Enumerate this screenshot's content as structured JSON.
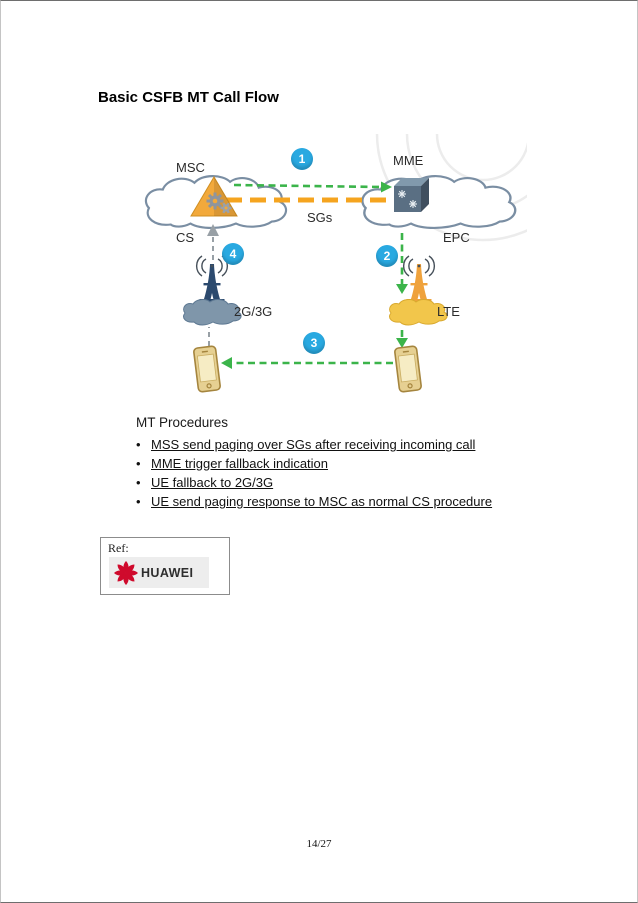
{
  "page": {
    "title": "Basic CSFB MT Call Flow",
    "footer_page_number": "14/27"
  },
  "diagram": {
    "labels": {
      "msc": "MSC",
      "mme": "MME",
      "cs": "CS",
      "epc": "EPC",
      "sgs": "SGs",
      "radio_2g3g": "2G/3G",
      "lte": "LTE"
    },
    "steps": [
      "1",
      "2",
      "3",
      "4"
    ]
  },
  "procedures": {
    "heading": "MT Procedures",
    "items": [
      "MSS send paging over SGs after receiving incoming call",
      "MME trigger fallback indication",
      "UE fallback to 2G/3G",
      "UE send paging response to MSC as normal CS procedure"
    ]
  },
  "reference": {
    "label": "Ref:",
    "brand": "HUAWEI"
  },
  "colors": {
    "step_badge": "#29a9e1",
    "green_flow": "#3bb44a",
    "orange_sgs_link": "#f5a41f",
    "gray_flow": "#98a0a6",
    "huawei_red": "#cf0a2c"
  }
}
